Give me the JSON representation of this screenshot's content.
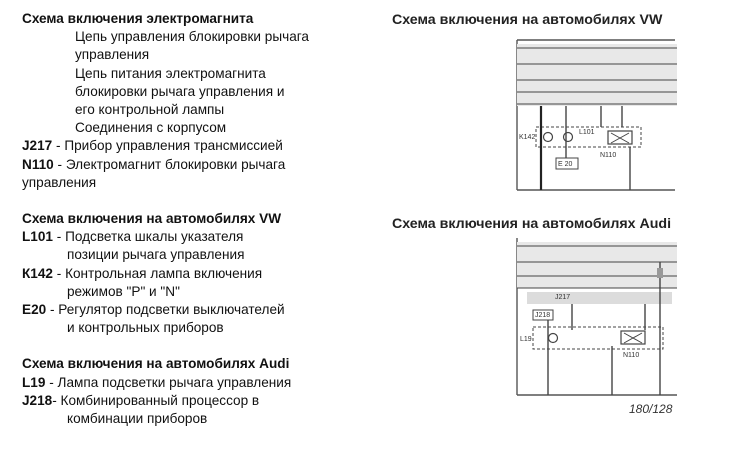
{
  "legend": {
    "title": "Схема включения электромагнита",
    "circuits": [
      [
        "Цепь управления блокировки рычага",
        "управления"
      ],
      [
        "Цепь питания электромагнита",
        "блокировки рычага управления и",
        "его контрольной лампы"
      ],
      [
        "Соединения с корпусом"
      ]
    ],
    "items": [
      {
        "code": "J217",
        "text": " - Прибор управления трансмиссией"
      },
      {
        "code": "N110",
        "text": " - Электромагнит блокировки рычага",
        "cont": "управления"
      }
    ]
  },
  "vw": {
    "heading": "Схема включения на автомобилях VW",
    "items": [
      {
        "code": "L101",
        "text": " - Подсветка шкалы указателя",
        "cont": "позиции рычага управления"
      },
      {
        "code": "К142",
        "text": " - Контрольная лампа включения",
        "cont": "режимов \"P\" и \"N\""
      },
      {
        "code": "E20",
        "text": " -   Регулятор подсветки выключателей",
        "cont": "и контрольных приборов"
      }
    ]
  },
  "audi": {
    "heading": "Схема включения на автомобилях Audi",
    "items": [
      {
        "code": "L19",
        "text": " -  Лампа подсветки рычага управления"
      },
      {
        "code": "J218",
        "text": "- Комбинированный процессор в",
        "cont": "комбинации приборов"
      }
    ]
  },
  "diagram_vw": {
    "title": "Схема включения на автомобилях VW",
    "labels": {
      "k142": "K142",
      "l101": "L101",
      "n110": "N110",
      "e20": "E 20"
    }
  },
  "diagram_audi": {
    "title": "Схема включения на автомобилях Audi",
    "labels": {
      "j217": "J217",
      "j218": "J218",
      "l19": "L19",
      "n110": "N110"
    }
  },
  "figure_number": "180/128"
}
